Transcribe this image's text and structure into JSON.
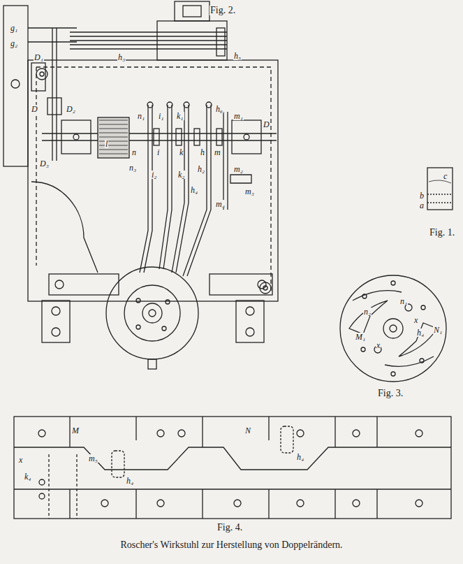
{
  "diagram": {
    "caption": "Roscher's Wirkstuhl zur Herstellung von Doppelrändern.",
    "labels": [
      "Fig. 2.",
      "g₁",
      "g₂",
      "h₃",
      "h₅",
      "h₆",
      "D₁",
      "D",
      "D₂",
      "l",
      "n₁",
      "n",
      "i₁",
      "i",
      "k₁",
      "k",
      "h",
      "m",
      "m₁",
      "D",
      "D₃",
      "n₃",
      "i₂",
      "k₂",
      "h₂",
      "h₄",
      "m₂",
      "m₃",
      "m₄",
      "c",
      "b",
      "a",
      "Fig. 1.",
      "n₂",
      "n₁",
      "x",
      "h₄",
      "M₁",
      "N₁",
      "x",
      "Fig. 3.",
      "M",
      "m₅",
      "h₄",
      "x",
      "k₄",
      "N",
      "h₄",
      "Fig. 4."
    ]
  }
}
